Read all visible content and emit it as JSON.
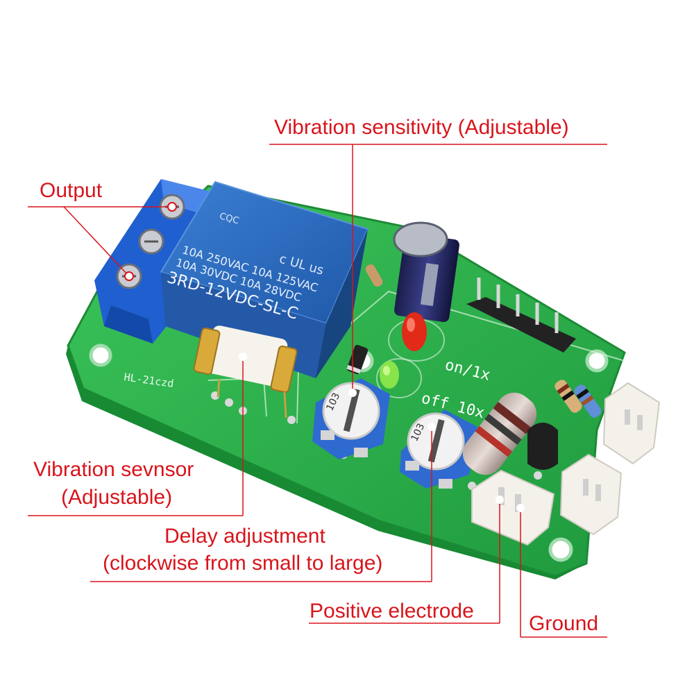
{
  "labels": {
    "vibration_sensitivity": "Vibration sensitivity (Adjustable)",
    "output": "Output",
    "vibration_sensor_line1": "Vibration sevnsor",
    "vibration_sensor_line2": "(Adjustable)",
    "delay_line1": "Delay adjustment",
    "delay_line2": "(clockwise from small to large)",
    "positive_electrode": "Positive electrode",
    "ground": "Ground"
  },
  "relay_text": {
    "cert_mark": "CQC",
    "line1": "10A 250VAC  10A 125VAC",
    "line2": "10A  30VDC 10A  28VDC",
    "model": "3RD-12VDC-SL-C",
    "ul_mark": "c UL us"
  },
  "pcb_text": {
    "board_id": "HL-21czd",
    "mode_on": "on/1x",
    "mode_off": "off 10x",
    "pot1_code": "103",
    "pot2_code": "103"
  },
  "colors": {
    "label_red": "#d8141b",
    "pcb_green": "#2bb14a",
    "relay_blue": "#2a6cc0",
    "terminal_blue": "#1f5fd0"
  }
}
